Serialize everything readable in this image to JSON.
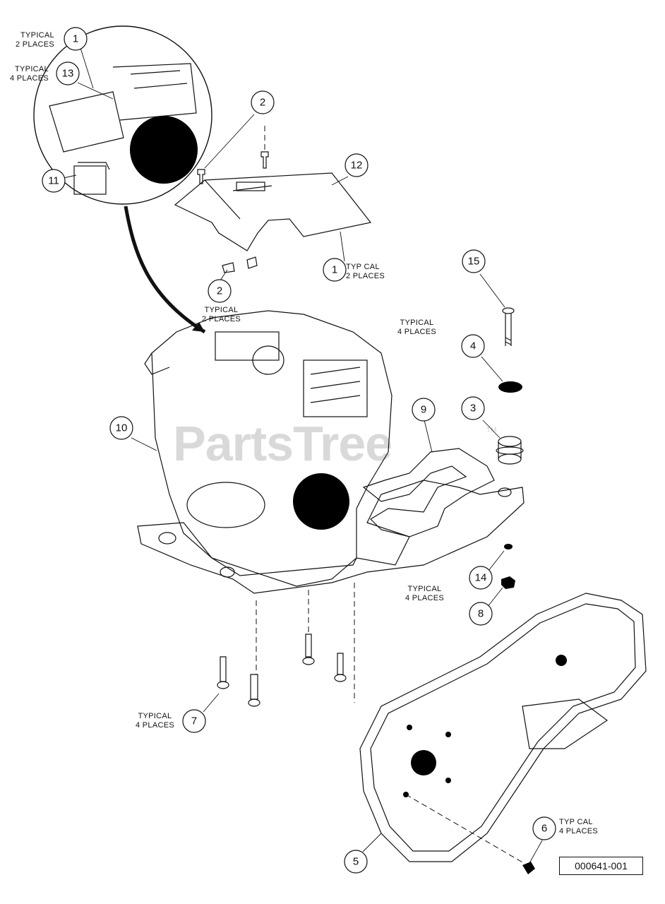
{
  "diagram": {
    "callouts": [
      "1",
      "13",
      "11",
      "2",
      "12",
      "1",
      "2",
      "15",
      "4",
      "3",
      "9",
      "10",
      "14",
      "8",
      "7",
      "6",
      "5"
    ],
    "notes": {
      "n1": [
        "TYPICAL",
        "2 PLACES"
      ],
      "n13": [
        "TYPICAL",
        "4 PLACES"
      ],
      "n1b": [
        "TYP CAL",
        "2 PLACES"
      ],
      "n2": [
        "TYPICAL",
        "2 PLACES"
      ],
      "n4": [
        "TYPICAL",
        "4 PLACES"
      ],
      "n14": [
        "TYPICAL",
        "4 PLACES"
      ],
      "n7": [
        "TYPICAL",
        "4 PLACES"
      ],
      "n6": [
        "TYP CAL",
        "4 PLACES"
      ]
    },
    "drawing_number": "000641-001",
    "watermark": "PartsTree",
    "trademark": "TM"
  }
}
